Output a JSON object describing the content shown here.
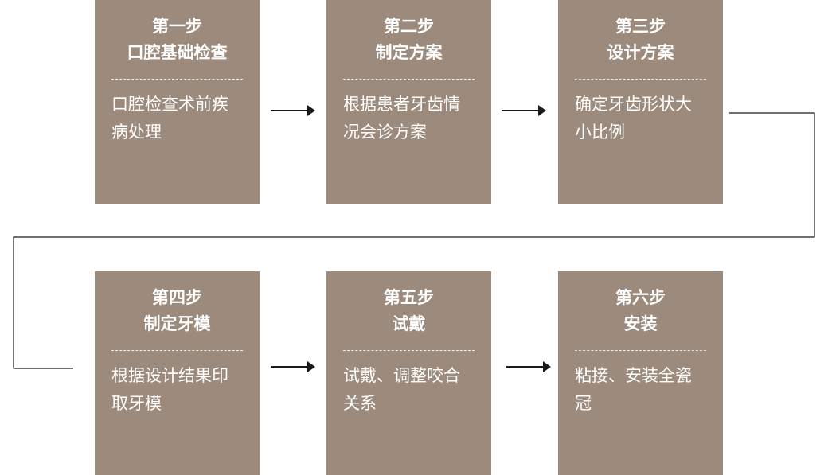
{
  "steps": [
    {
      "title": "第一步",
      "subtitle": "口腔基础检查",
      "desc": "口腔检查术前疾病处理"
    },
    {
      "title": "第二步",
      "subtitle": "制定方案",
      "desc": "根据患者牙齿情况会诊方案"
    },
    {
      "title": "第三步",
      "subtitle": "设计方案",
      "desc": "确定牙齿形状大小比例"
    },
    {
      "title": "第四步",
      "subtitle": "制定牙模",
      "desc": "根据设计结果印取牙模"
    },
    {
      "title": "第五步",
      "subtitle": "试戴",
      "desc": "试戴、调整咬合关系"
    },
    {
      "title": "第六步",
      "subtitle": "安装",
      "desc": "粘接、安装全瓷冠"
    }
  ],
  "colors": {
    "card": "#9c8b7c",
    "text": "#ffffff",
    "arrow": "#1a1a1a"
  }
}
